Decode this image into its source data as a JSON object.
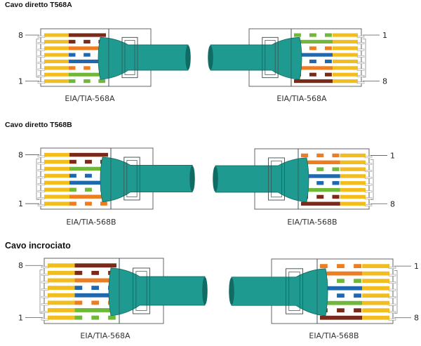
{
  "sections": [
    {
      "title": "Cavo diretto T568A",
      "left": {
        "caption": "EIA/TIA-568A",
        "standard": "T568A",
        "pin_top_label": "8",
        "pin_bottom_label": "1"
      },
      "right": {
        "caption": "EIA/TIA-568A",
        "standard": "T568A",
        "pin_top_label": "1",
        "pin_bottom_label": "8"
      }
    },
    {
      "title": "Cavo diretto T568B",
      "left": {
        "caption": "EIA/TIA-568B",
        "standard": "T568B",
        "pin_top_label": "8",
        "pin_bottom_label": "1"
      },
      "right": {
        "caption": "EIA/TIA-568B",
        "standard": "T568B",
        "pin_top_label": "1",
        "pin_bottom_label": "8"
      }
    },
    {
      "title": "Cavo incrociato",
      "left": {
        "caption": "EIA/TIA-568A",
        "standard": "T568A",
        "pin_top_label": "8",
        "pin_bottom_label": "1"
      },
      "right": {
        "caption": "EIA/TIA-568B",
        "standard": "T568B",
        "pin_top_label": "1",
        "pin_bottom_label": "8"
      }
    }
  ],
  "wiring": {
    "T568A": [
      {
        "pin": 1,
        "color": "green",
        "striped": true
      },
      {
        "pin": 2,
        "color": "green",
        "striped": false
      },
      {
        "pin": 3,
        "color": "orange",
        "striped": true
      },
      {
        "pin": 4,
        "color": "blue",
        "striped": false
      },
      {
        "pin": 5,
        "color": "blue",
        "striped": true
      },
      {
        "pin": 6,
        "color": "orange",
        "striped": false
      },
      {
        "pin": 7,
        "color": "brown",
        "striped": true
      },
      {
        "pin": 8,
        "color": "brown",
        "striped": false
      }
    ],
    "T568B": [
      {
        "pin": 1,
        "color": "orange",
        "striped": true
      },
      {
        "pin": 2,
        "color": "orange",
        "striped": false
      },
      {
        "pin": 3,
        "color": "green",
        "striped": true
      },
      {
        "pin": 4,
        "color": "blue",
        "striped": false
      },
      {
        "pin": 5,
        "color": "blue",
        "striped": true
      },
      {
        "pin": 6,
        "color": "green",
        "striped": false
      },
      {
        "pin": 7,
        "color": "brown",
        "striped": true
      },
      {
        "pin": 8,
        "color": "brown",
        "striped": false
      }
    ]
  },
  "colors": {
    "green": "#6fb83a",
    "orange": "#ee7d22",
    "blue": "#1f68b0",
    "brown": "#7a2a18",
    "contact": "#f2bd1f",
    "jacket": "#1f9a91",
    "jacket_dark": "#0f6b63",
    "outline": "#555555"
  }
}
